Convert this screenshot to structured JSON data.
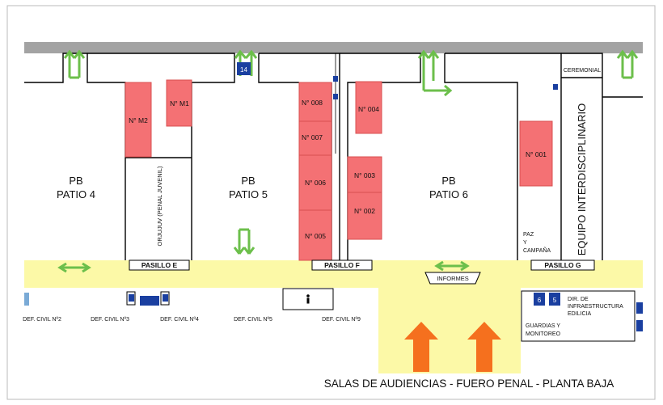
{
  "title": "SALAS DE AUDIENCIAS - FUERO PENAL - PLANTA BAJA",
  "patios": [
    {
      "line1": "PB",
      "line2": "PATIO 4"
    },
    {
      "line1": "PB",
      "line2": "PATIO 5"
    },
    {
      "line1": "PB",
      "line2": "PATIO 6"
    }
  ],
  "rooms": [
    "N° M2",
    "N° M1",
    "N° 008",
    "N° 007",
    "N° 006",
    "N° 005",
    "N° 004",
    "N° 003",
    "N° 002",
    "N° 001"
  ],
  "corridors": [
    "PASILLO E",
    "PASILLO F",
    "PASILLO G"
  ],
  "labels": {
    "juvenil": "ORJUJUV (PENAL JUVENIL)",
    "equipo": "EQUIPO INTERDISCIPLINARIO",
    "ceremonial": "CEREMONIAL",
    "paz_1": "PAZ",
    "paz_2": "Y",
    "paz_3": "CAMPAÑA",
    "informes": "INFORMES",
    "dir_1": "DIR. DE",
    "dir_2": "INFRAESTRUCTURA",
    "dir_3": "EDILICIA",
    "guardias_1": "GUARDIAS Y",
    "guardias_2": "MONITOREO"
  },
  "defensorias": [
    "DEF. CIVIL Nº2",
    "DEF. CIVIL Nº3",
    "DEF. CIVIL Nº4",
    "DEF. CIVIL Nº5",
    "DEF. CIVIL Nº9"
  ],
  "elevators": {
    "top": "14",
    "a": "6",
    "b": "5"
  },
  "colors": {
    "room": "#f47174",
    "corridor": "#fcf9a7",
    "arrow_green": "#6cbf4b",
    "arrow_orange": "#f5701e",
    "elevator": "#1a3fa0",
    "wall": "#000000",
    "top_bar": "#a3a3a3"
  }
}
